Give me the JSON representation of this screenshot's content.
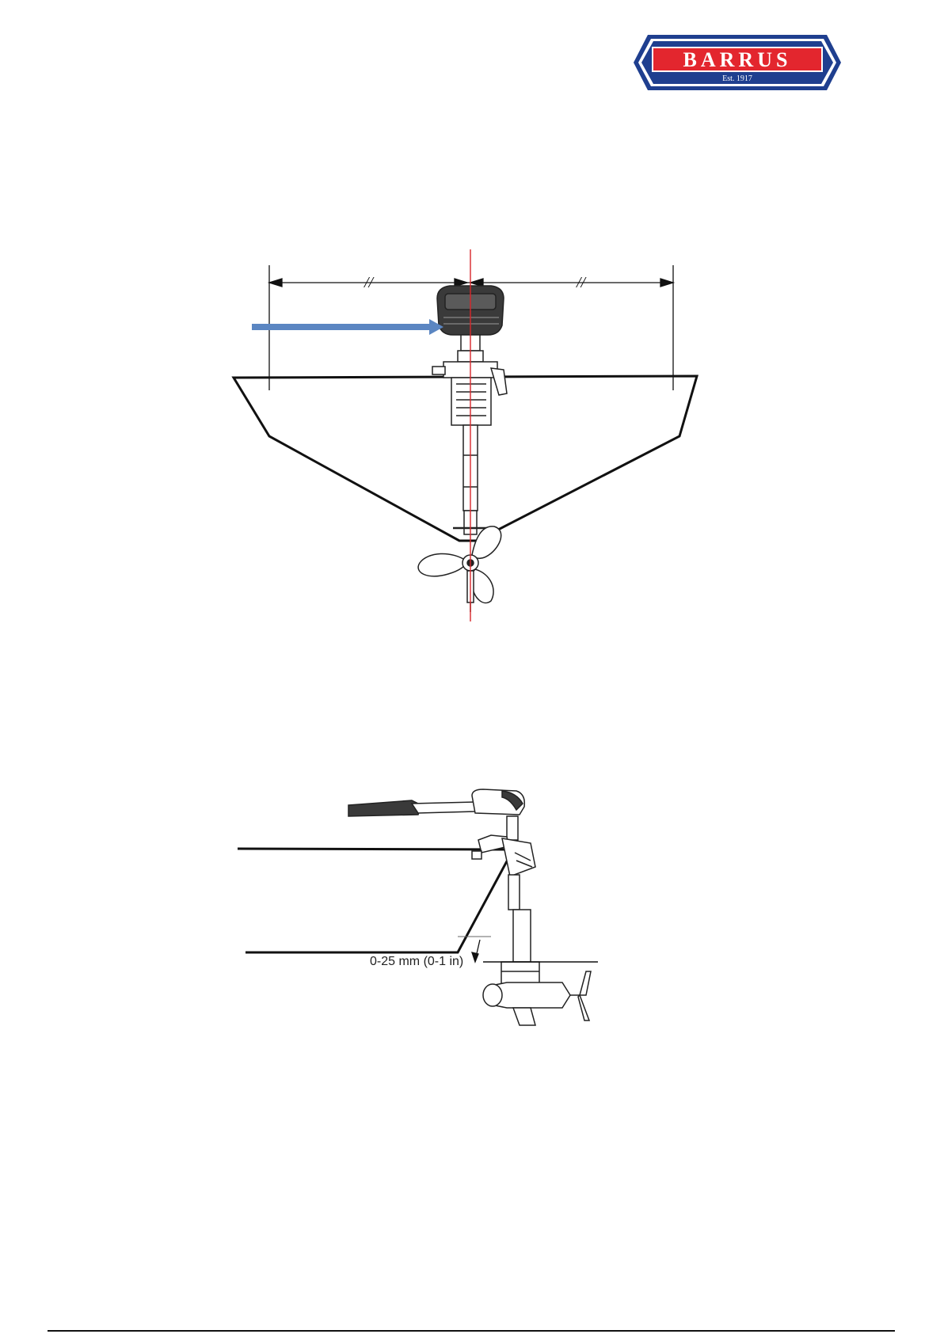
{
  "logo": {
    "brand": "BARRUS",
    "established": "Est. 1917",
    "colors": {
      "outer": "#1f3f8f",
      "inner": "#ffffff",
      "band": "#e3262e",
      "text": "#ffffff"
    }
  },
  "figure_top": {
    "dimension_marks": [
      "//",
      "//"
    ],
    "arrow_color": "#5b86c2",
    "centerline_color": "#d9262a"
  },
  "figure_side": {
    "depth_label": "0-25 mm (0-1 in)"
  }
}
